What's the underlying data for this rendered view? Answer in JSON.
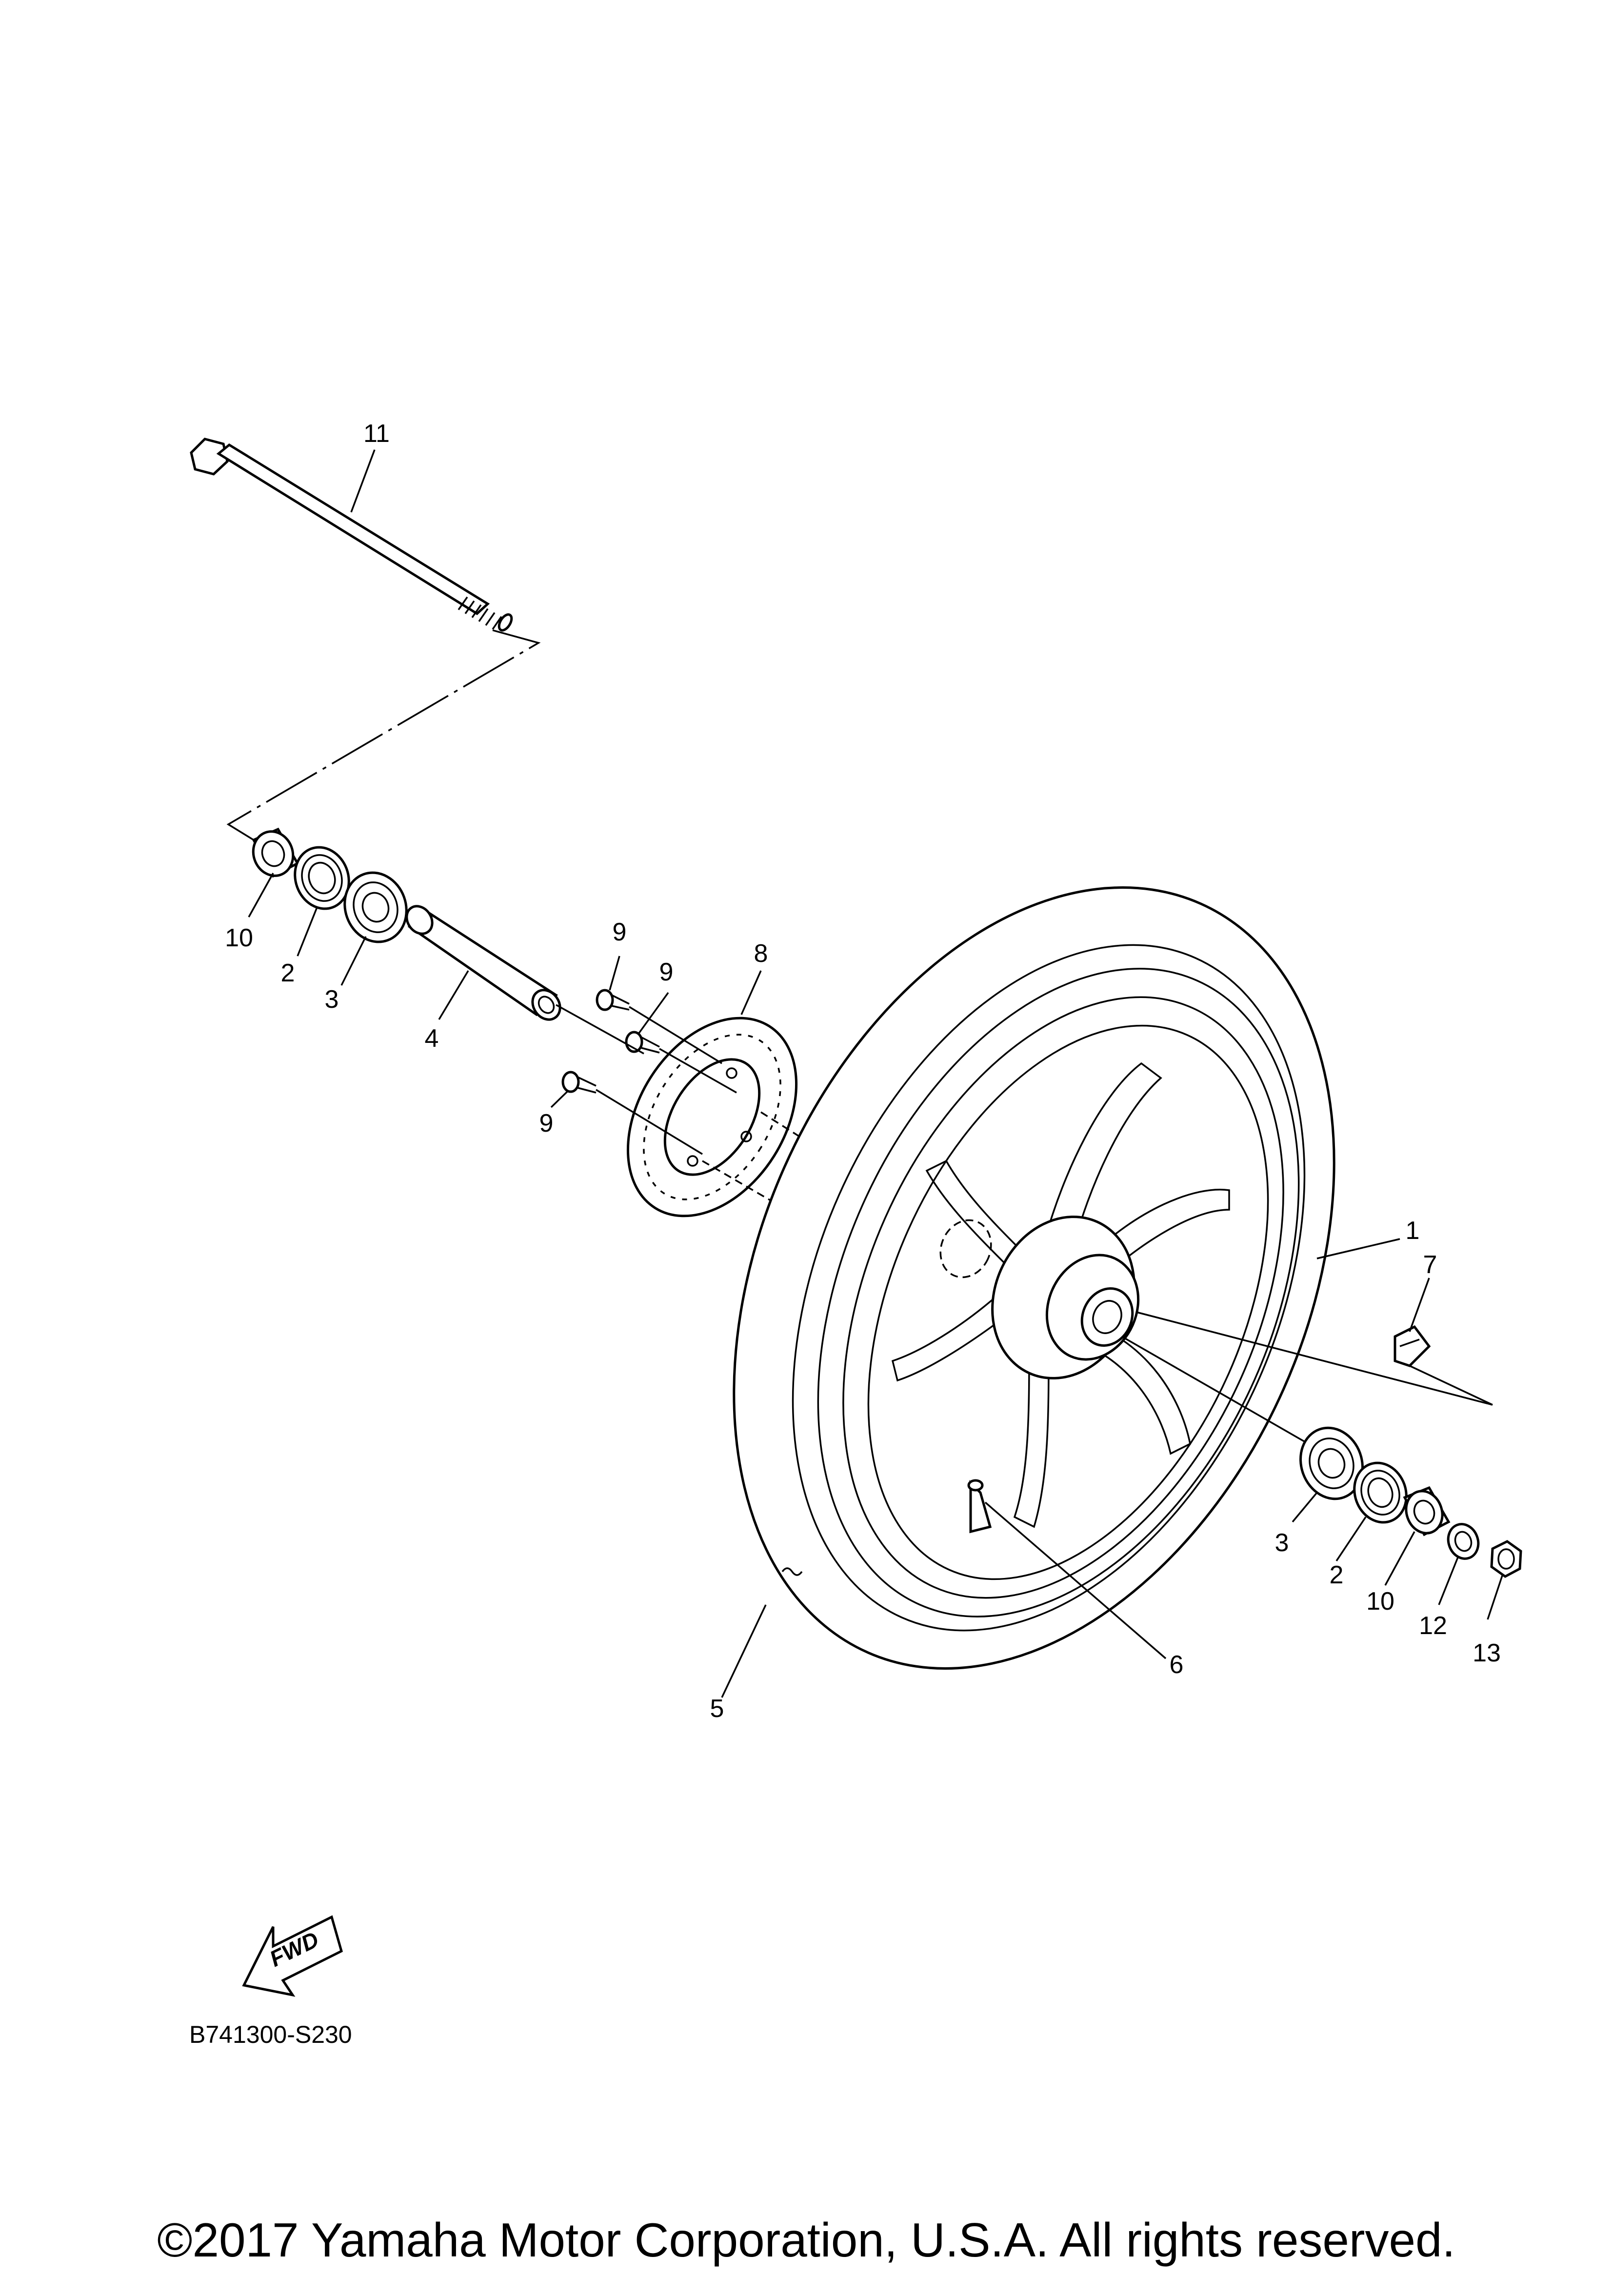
{
  "callouts": [
    {
      "id": "c11",
      "label": "11"
    },
    {
      "id": "c10a",
      "label": "10"
    },
    {
      "id": "c2a",
      "label": "2"
    },
    {
      "id": "c3a",
      "label": "3"
    },
    {
      "id": "c4",
      "label": "4"
    },
    {
      "id": "c9a",
      "label": "9"
    },
    {
      "id": "c9b",
      "label": "9"
    },
    {
      "id": "c9c",
      "label": "9"
    },
    {
      "id": "c8",
      "label": "8"
    },
    {
      "id": "c1",
      "label": "1"
    },
    {
      "id": "c7",
      "label": "7"
    },
    {
      "id": "c3b",
      "label": "3"
    },
    {
      "id": "c2b",
      "label": "2"
    },
    {
      "id": "c10b",
      "label": "10"
    },
    {
      "id": "c12",
      "label": "12"
    },
    {
      "id": "c13",
      "label": "13"
    },
    {
      "id": "c6",
      "label": "6"
    },
    {
      "id": "c5",
      "label": "5"
    }
  ],
  "fwd_label": "FWD",
  "diagram_code": "B741300-S230",
  "copyright": "©2017 Yamaha Motor Corporation, U.S.A. All rights reserved."
}
